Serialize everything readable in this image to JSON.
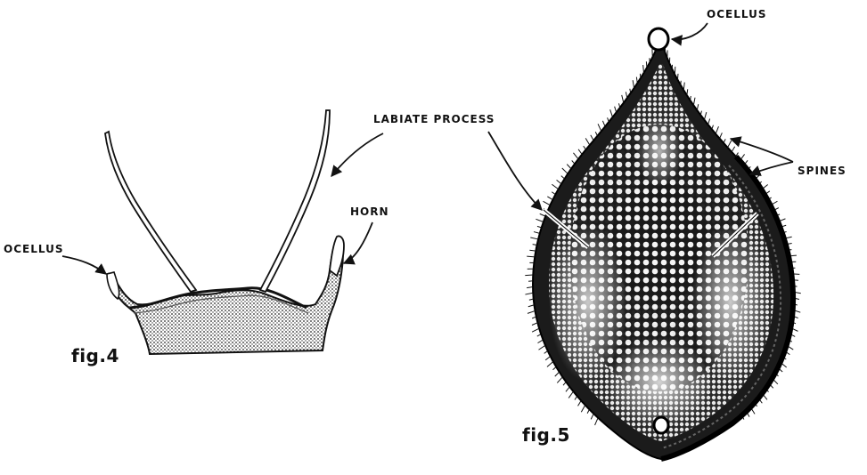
{
  "labels": {
    "ocellus_left": "OCELLUS",
    "labiate_process": "LABIATE  PROCESS",
    "horn": "HORN",
    "ocellus_top": "OCELLUS",
    "spines": "SPINES",
    "fig4": "fig.4",
    "fig5": "fig.5"
  }
}
